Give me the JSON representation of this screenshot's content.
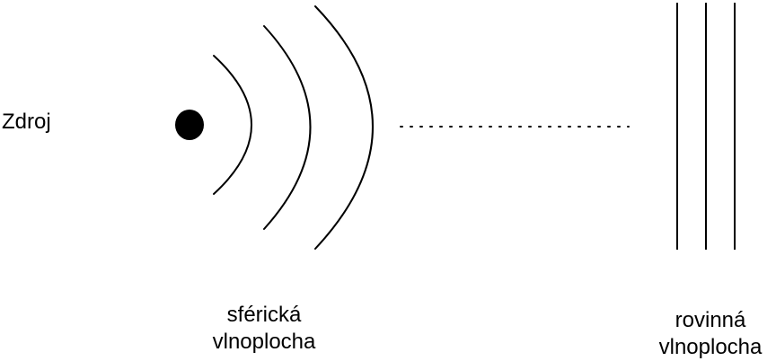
{
  "diagram": {
    "source_label": "Zdroj",
    "spherical_wavefront": {
      "line1": "sférická",
      "line2": "vlnoplocha"
    },
    "plane_wavefront": {
      "line1": "rovinná",
      "line2": "vlnoplocha"
    },
    "colors": {
      "ink": "#000000",
      "background": "#ffffff"
    },
    "spherical_wave_count": 3,
    "plane_wave_count": 3,
    "icons": {
      "source": "filled-circle-icon",
      "separator": "dotted-line-icon"
    }
  }
}
